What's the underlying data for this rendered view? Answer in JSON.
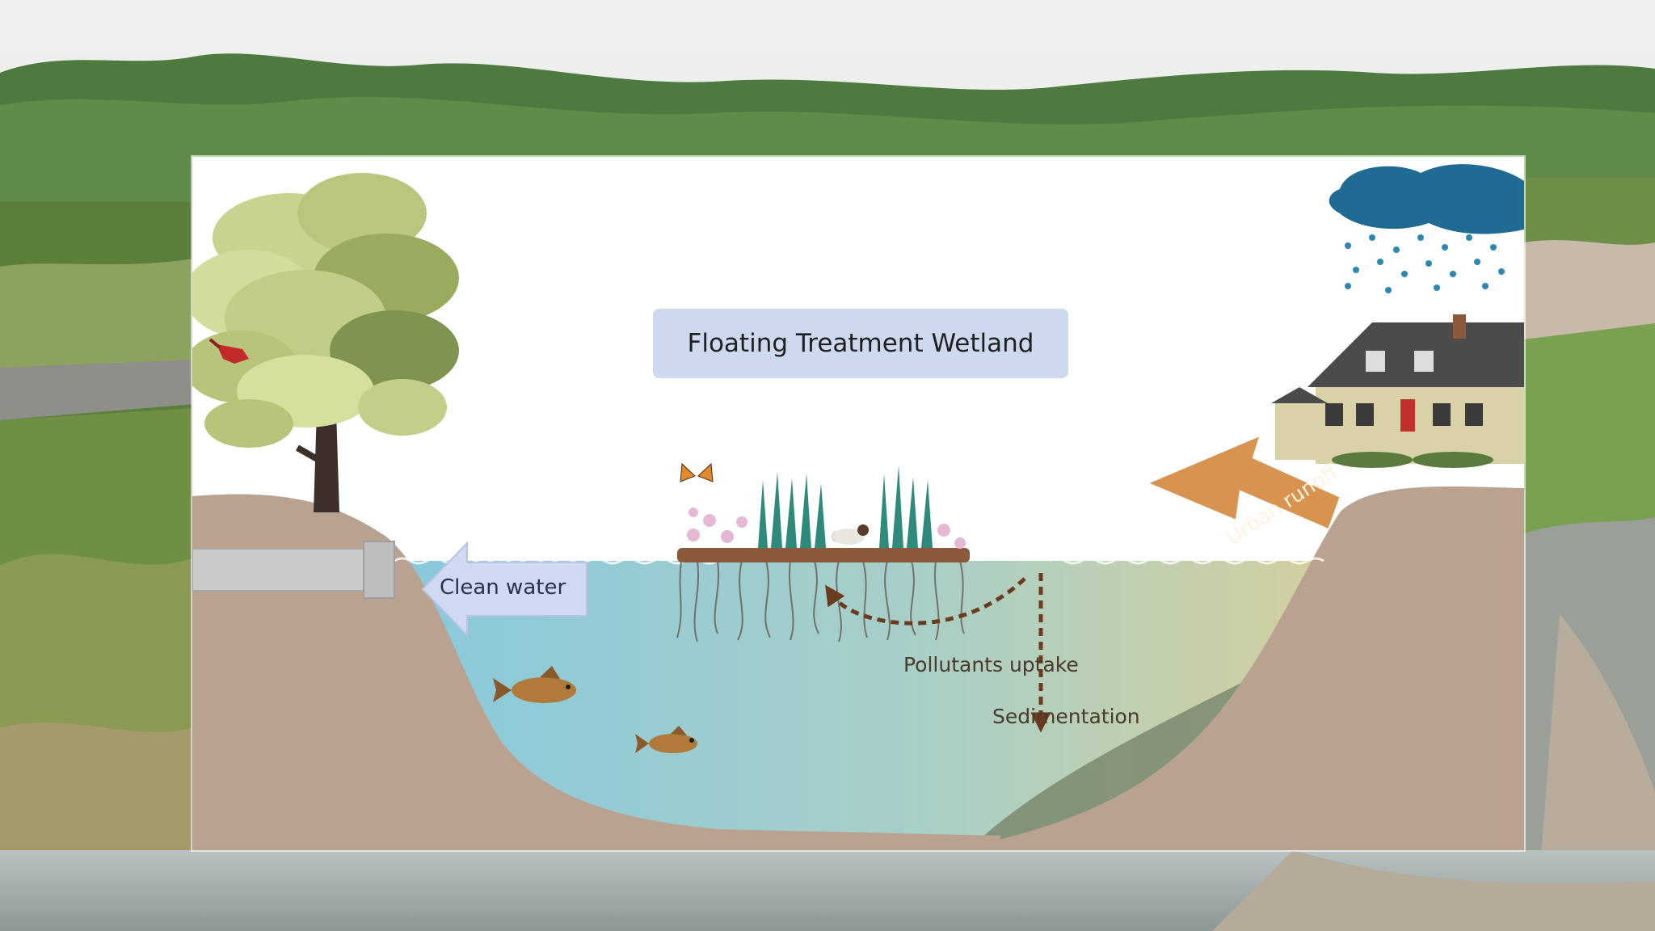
{
  "diagram": {
    "title": "Floating Treatment Wetland",
    "labels": {
      "clean_water": "Clean water",
      "urban_runoff": "Urban runoff",
      "pollutants_uptake": "Pollutants uptake",
      "sedimentation": "Sedimentation"
    },
    "colors": {
      "water": "#8fcbdc",
      "soil": "#bba390",
      "sediment": "#7b8a6e",
      "runoff_arrow": "#d7934f",
      "clean_arrow": "#cfdaf2",
      "flow_dashes": "#6b3b1f",
      "title_box": "#ccd9ef"
    }
  }
}
